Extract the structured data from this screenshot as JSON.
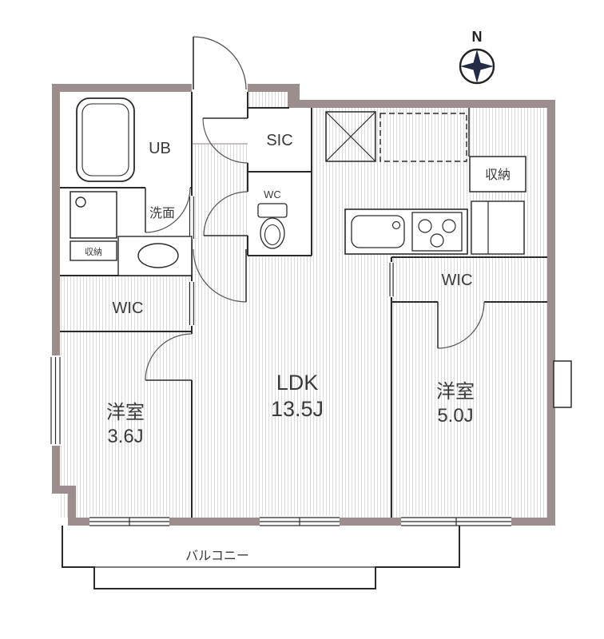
{
  "compass": {
    "north_label": "N"
  },
  "rooms": {
    "unit_bath": {
      "label": "UB"
    },
    "washroom": {
      "label": "洗面"
    },
    "storage_small": {
      "label": "収納"
    },
    "wic_left": {
      "label": "WIC"
    },
    "bedroom_left": {
      "name": "洋室",
      "size": "3.6J"
    },
    "shoe_closet": {
      "label": "SIC"
    },
    "toilet": {
      "label": "WC"
    },
    "ldk": {
      "name": "LDK",
      "size": "13.5J"
    },
    "storage_right": {
      "label": "収納"
    },
    "wic_right": {
      "label": "WIC"
    },
    "bedroom_right": {
      "name": "洋室",
      "size": "5.0J"
    },
    "balcony": {
      "label": "バルコニー"
    }
  },
  "colors": {
    "wall": "#9b8e8c",
    "line": "#2a2a2a",
    "stripe": "#dadada",
    "text": "#3a3a3a"
  }
}
